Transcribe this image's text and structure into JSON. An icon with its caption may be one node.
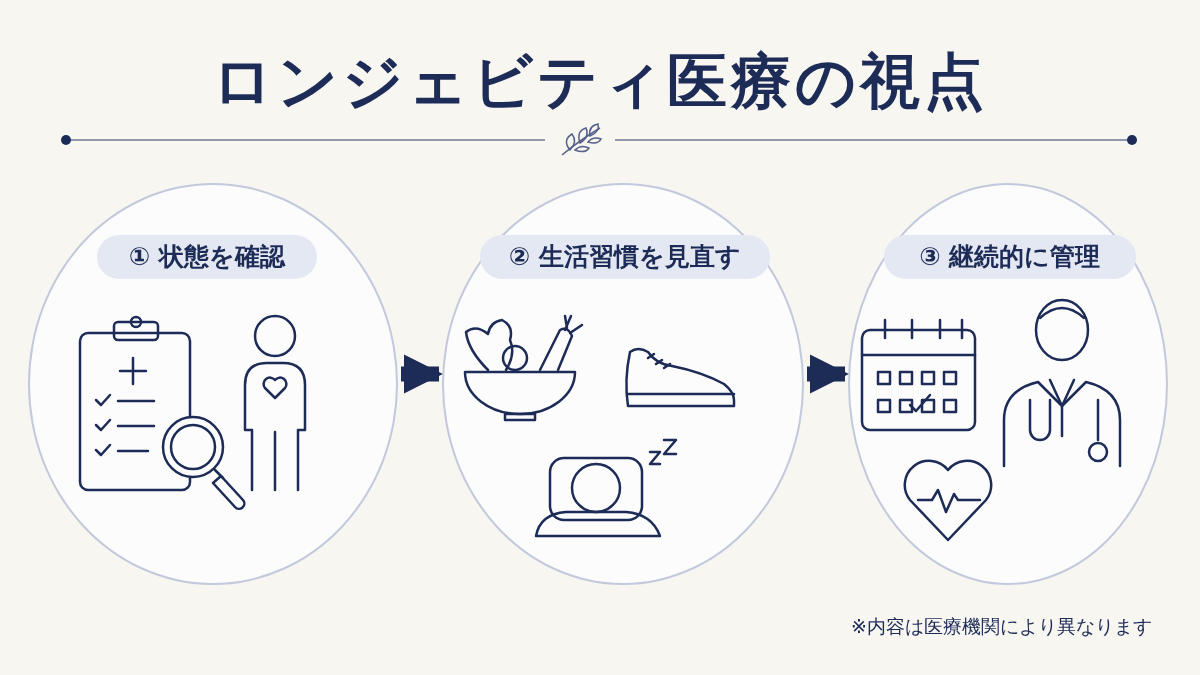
{
  "diagram": {
    "title": "ロンジェビティ医療の視点",
    "nodes": [
      {
        "text": [],
        "shape": "circle"
      },
      {
        "text": [
          "① 状態を確認"
        ],
        "in": 0
      },
      {
        "text": [],
        "shape": "circle"
      },
      {
        "text": [
          "② 生活習慣を見直す"
        ],
        "in": 2
      },
      {
        "text": [],
        "shape": "circle"
      },
      {
        "text": [
          "③ 継続的に管理"
        ],
        "in": 4
      }
    ],
    "edges": [
      {
        "from": 0,
        "to": 2,
        "arrow": "to"
      },
      {
        "from": 2,
        "to": 4,
        "arrow": "to"
      }
    ],
    "labels": [
      "※内容は医療機関により異なります"
    ]
  }
}
